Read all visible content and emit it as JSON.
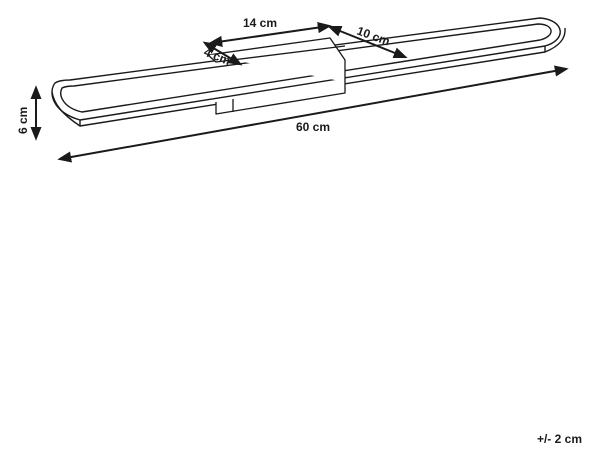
{
  "dimensions": {
    "length": "60 cm",
    "height": "6 cm",
    "bracket_width": "14 cm",
    "bracket_depth": "10 cm",
    "bracket_thickness": "4 cm"
  },
  "tolerance": "+/- 2 cm",
  "colors": {
    "line": "#1a1a1a",
    "background": "#ffffff"
  }
}
